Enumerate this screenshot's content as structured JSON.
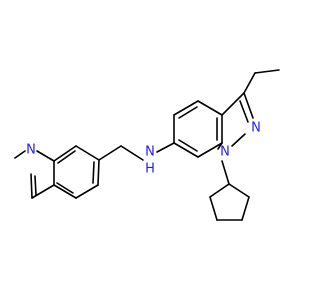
{
  "molecule": {
    "atoms": [
      {
        "id": "N_pyridine",
        "text": "N",
        "color": "#1f1fff"
      },
      {
        "id": "N_amine",
        "text": "N",
        "color": "#1f1fff"
      },
      {
        "id": "H_amine",
        "text": "H",
        "color": "#1f1fff"
      },
      {
        "id": "N1_indazole",
        "text": "N",
        "color": "#1f1fff"
      },
      {
        "id": "N2_indazole",
        "text": "N",
        "color": "#1f1fff"
      }
    ],
    "bond_color": "#000000",
    "background": "#ffffff"
  }
}
